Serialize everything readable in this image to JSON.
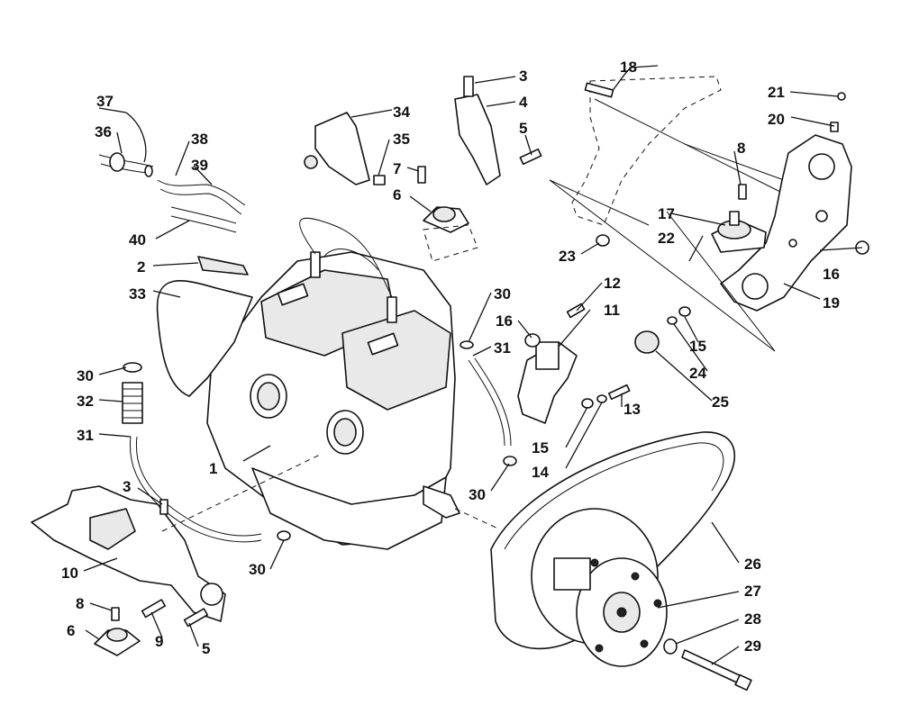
{
  "callouts": {
    "c1": "1",
    "c2": "2",
    "c3a": "3",
    "c3b": "3",
    "c4": "4",
    "c5a": "5",
    "c5b": "5",
    "c6a": "6",
    "c6b": "6",
    "c7": "7",
    "c8a": "8",
    "c8b": "8",
    "c9": "9",
    "c10": "10",
    "c11": "11",
    "c12": "12",
    "c13": "13",
    "c14": "14",
    "c15a": "15",
    "c15b": "15",
    "c16a": "16",
    "c16b": "16",
    "c17": "17",
    "c18": "18",
    "c19": "19",
    "c20": "20",
    "c21": "21",
    "c22": "22",
    "c23": "23",
    "c24": "24",
    "c25": "25",
    "c26": "26",
    "c27": "27",
    "c28": "28",
    "c29": "29",
    "c30a": "30",
    "c30b": "30",
    "c30c": "30",
    "c30d": "30",
    "c31a": "31",
    "c31b": "31",
    "c32": "32",
    "c33": "33",
    "c34": "34",
    "c35": "35",
    "c36": "36",
    "c37": "37",
    "c38": "38",
    "c39": "39",
    "c40": "40"
  }
}
